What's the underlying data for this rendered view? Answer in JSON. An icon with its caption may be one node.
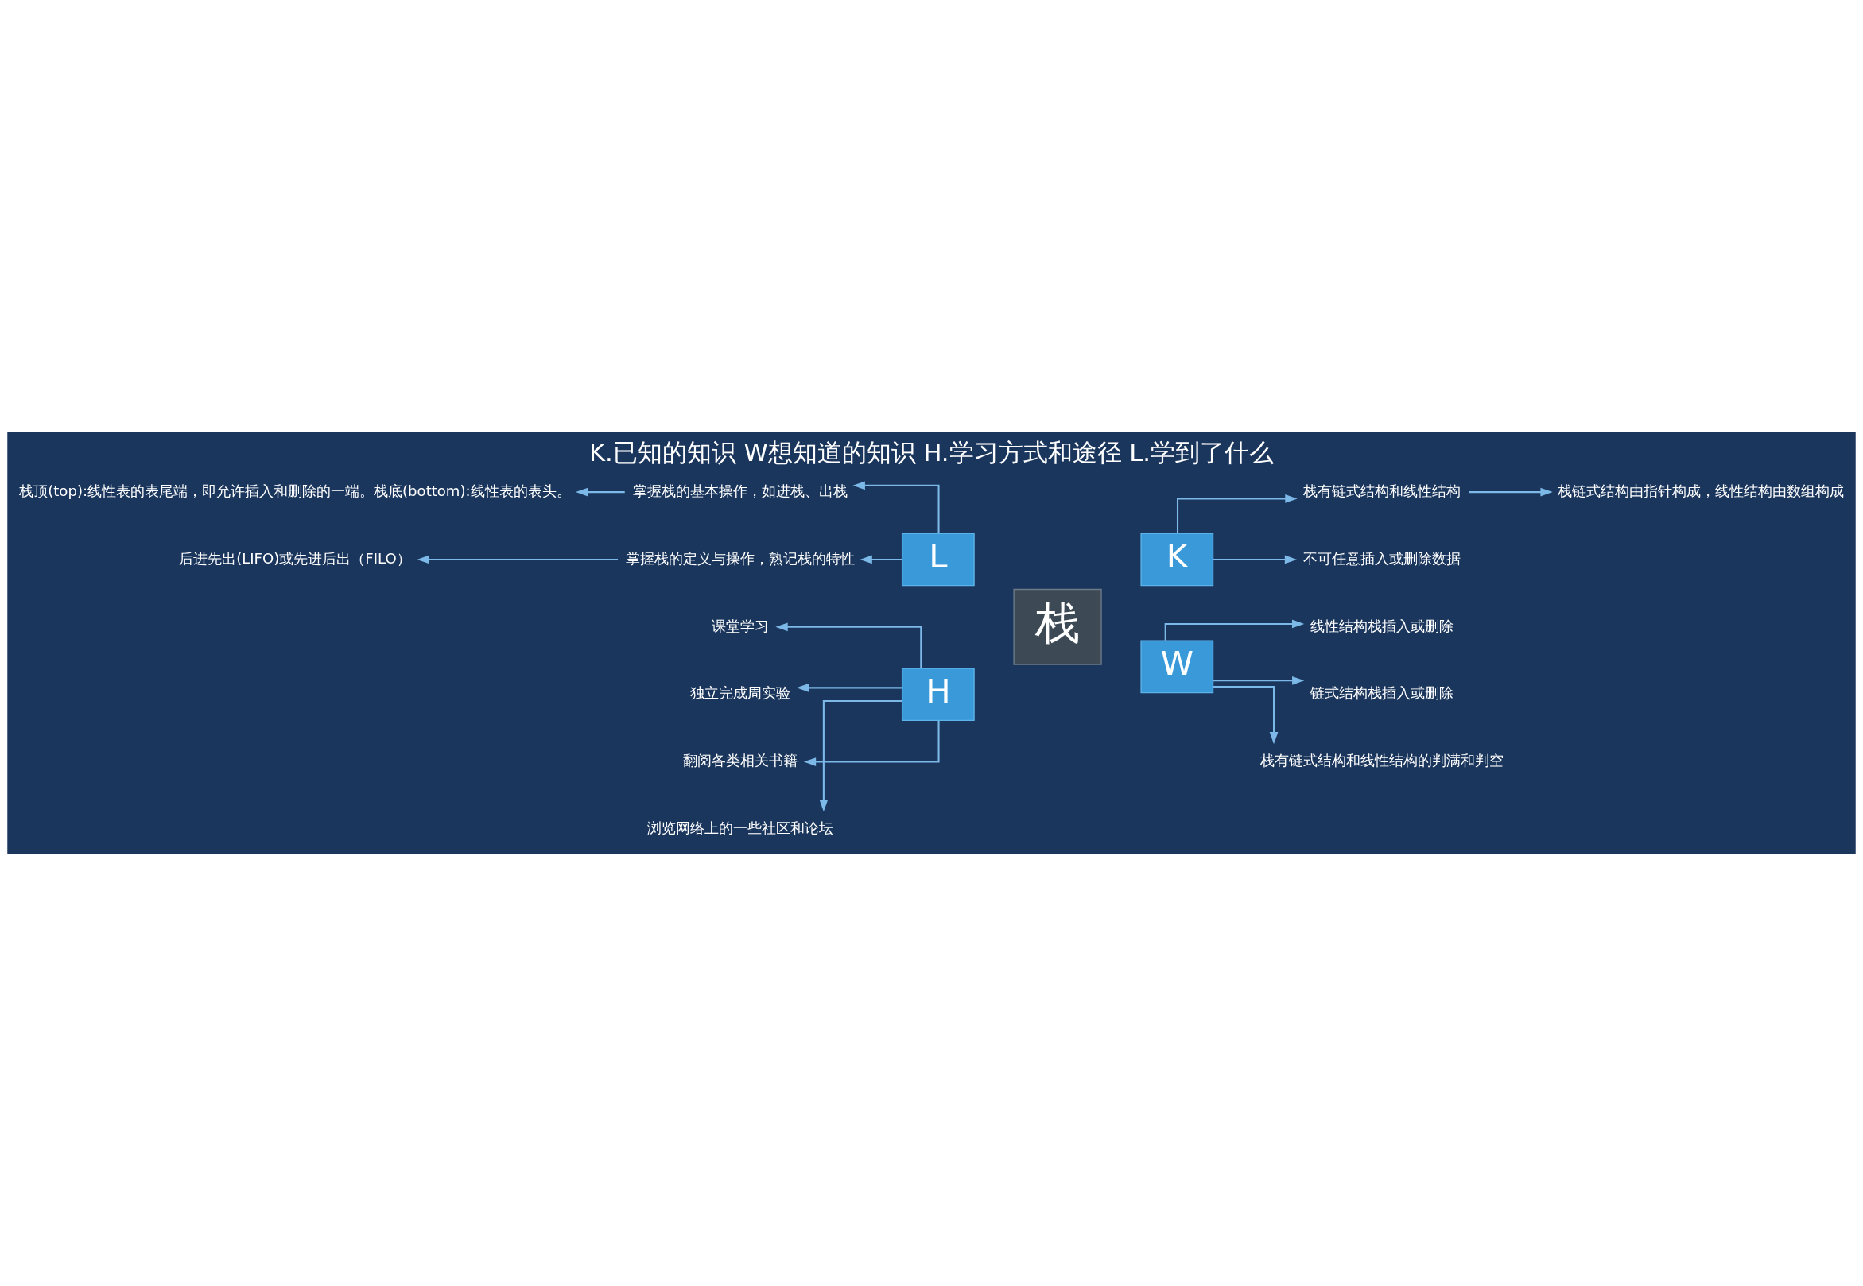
{
  "diagram": {
    "title": "K.已知的知识 W想知道的知识 H.学习方式和途径 L.学到了什么",
    "nodes": [
      {
        "text": [
          "栈"
        ]
      },
      {
        "text": [
          "L"
        ]
      },
      {
        "text": [
          "掌握栈的基本操作，如进栈、出栈"
        ]
      },
      {
        "text": [
          "栈顶(top):线性表的表尾端，即允许插入和删除的一端。栈底(bottom):线性表的表头。"
        ]
      },
      {
        "text": [
          "掌握栈的定义与操作，熟记栈的特性"
        ]
      },
      {
        "text": [
          "后进先出(LIFO)或先进后出（FILO）"
        ]
      },
      {
        "text": [
          "K"
        ]
      },
      {
        "text": [
          "栈有链式结构和线性结构"
        ]
      },
      {
        "text": [
          "栈链式结构由指针构成，线性结构由数组构成"
        ]
      },
      {
        "text": [
          "不可任意插入或删除数据"
        ]
      },
      {
        "text": [
          "H"
        ]
      },
      {
        "text": [
          "课堂学习"
        ]
      },
      {
        "text": [
          "独立完成周实验"
        ]
      },
      {
        "text": [
          "翻阅各类相关书籍"
        ]
      },
      {
        "text": [
          "浏览网络上的一些社区和论坛"
        ]
      },
      {
        "text": [
          "W"
        ]
      },
      {
        "text": [
          "线性结构栈插入或删除"
        ]
      },
      {
        "text": [
          "链式结构栈插入或删除"
        ]
      },
      {
        "text": [
          "栈有链式结构和线性结构的判满和判空"
        ]
      }
    ],
    "edges": [
      {
        "from": 1,
        "to": 2,
        "arrow": "to"
      },
      {
        "from": 1,
        "to": 4,
        "arrow": "to"
      },
      {
        "from": 2,
        "to": 3,
        "arrow": "to"
      },
      {
        "from": 4,
        "to": 5,
        "arrow": "to"
      },
      {
        "from": 6,
        "to": 7,
        "arrow": "to"
      },
      {
        "from": 6,
        "to": 9,
        "arrow": "to"
      },
      {
        "from": 7,
        "to": 8,
        "arrow": "to"
      },
      {
        "from": 10,
        "to": 11,
        "arrow": "to"
      },
      {
        "from": 10,
        "to": 12,
        "arrow": "to"
      },
      {
        "from": 10,
        "to": 13,
        "arrow": "to"
      },
      {
        "from": 10,
        "to": 14,
        "arrow": "to"
      },
      {
        "from": 15,
        "to": 16,
        "arrow": "to"
      },
      {
        "from": 15,
        "to": 17,
        "arrow": "to"
      },
      {
        "from": 15,
        "to": 18,
        "arrow": "to"
      }
    ]
  }
}
